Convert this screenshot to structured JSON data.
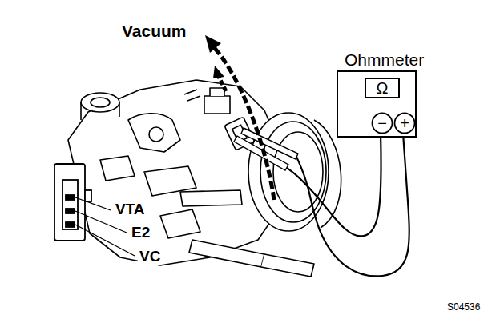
{
  "diagram": {
    "nodes": [
      {
        "text": [
          "Ohmmeter"
        ]
      },
      {
        "text": [
          "Ω"
        ],
        "in": 0
      },
      {
        "text": [
          "−"
        ],
        "in": 0
      },
      {
        "text": [
          "+"
        ],
        "in": 0
      }
    ],
    "labels": [
      "Vacuum",
      "VTA",
      "E2",
      "VC",
      "S04536"
    ]
  }
}
